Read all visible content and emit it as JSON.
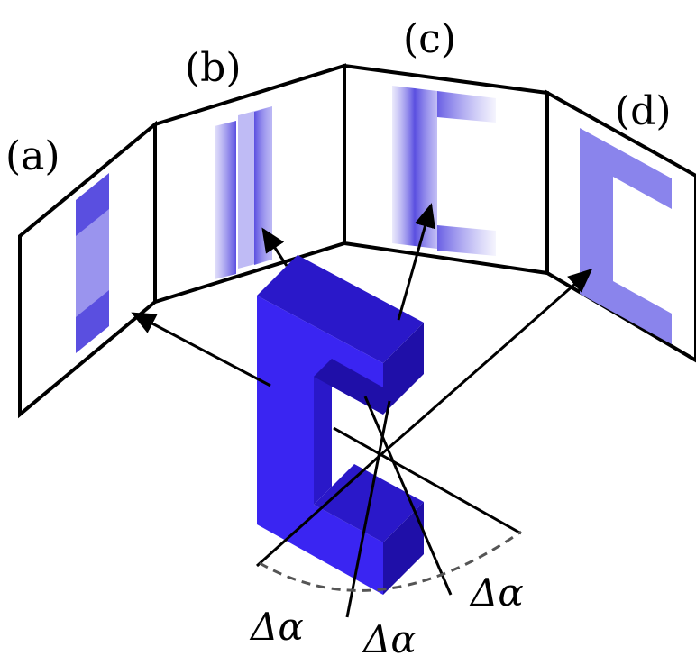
{
  "panel_labels": [
    "(a)",
    "(b)",
    "(c)",
    "(d)"
  ],
  "angle_labels": [
    "Δα",
    "Δα",
    "Δα"
  ],
  "colors": {
    "object_front": "#3a25f2",
    "object_top": "#2a18c9",
    "object_side": "#2010b0",
    "projection_dark": "#5a4fe0",
    "projection_light": "#9a94ee",
    "line": "#000000",
    "arc": "#555555"
  }
}
